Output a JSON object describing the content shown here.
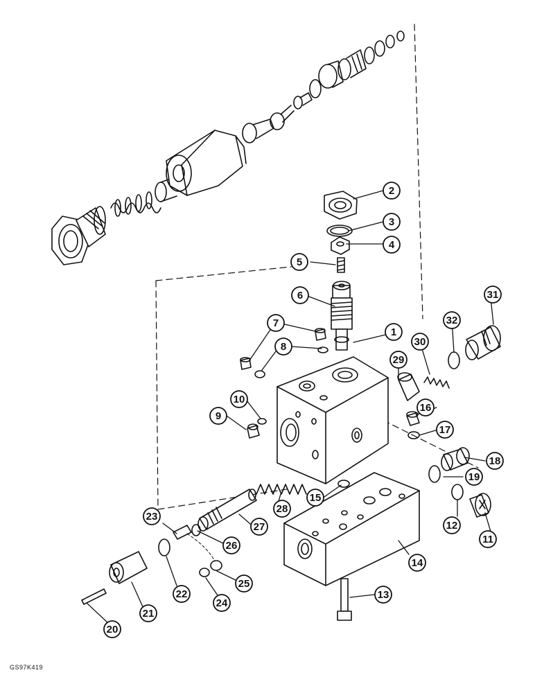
{
  "figure": {
    "reference": "GS97K419"
  },
  "callouts": [
    {
      "id": "c1",
      "label": "1"
    },
    {
      "id": "c2",
      "label": "2"
    },
    {
      "id": "c3",
      "label": "3"
    },
    {
      "id": "c4",
      "label": "4"
    },
    {
      "id": "c5",
      "label": "5"
    },
    {
      "id": "c6",
      "label": "6"
    },
    {
      "id": "c7",
      "label": "7"
    },
    {
      "id": "c8",
      "label": "8"
    },
    {
      "id": "c9",
      "label": "9"
    },
    {
      "id": "c10",
      "label": "10"
    },
    {
      "id": "c11",
      "label": "11"
    },
    {
      "id": "c12",
      "label": "12"
    },
    {
      "id": "c13",
      "label": "13"
    },
    {
      "id": "c14",
      "label": "14"
    },
    {
      "id": "c15",
      "label": "15"
    },
    {
      "id": "c16",
      "label": "16"
    },
    {
      "id": "c17",
      "label": "17"
    },
    {
      "id": "c18",
      "label": "18"
    },
    {
      "id": "c19",
      "label": "19"
    },
    {
      "id": "c20",
      "label": "20"
    },
    {
      "id": "c21",
      "label": "21"
    },
    {
      "id": "c22",
      "label": "22"
    },
    {
      "id": "c23",
      "label": "23"
    },
    {
      "id": "c24",
      "label": "24"
    },
    {
      "id": "c25",
      "label": "25"
    },
    {
      "id": "c26",
      "label": "26"
    },
    {
      "id": "c27",
      "label": "27"
    },
    {
      "id": "c28",
      "label": "28"
    },
    {
      "id": "c29",
      "label": "29"
    },
    {
      "id": "c30",
      "label": "30"
    },
    {
      "id": "c31",
      "label": "31"
    },
    {
      "id": "c32",
      "label": "32"
    }
  ]
}
